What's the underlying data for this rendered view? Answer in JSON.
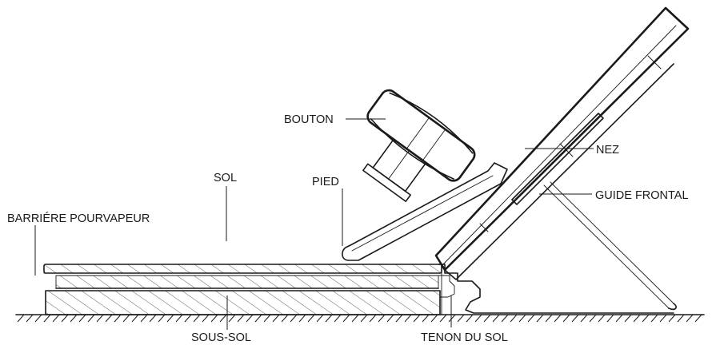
{
  "labels": {
    "bouton": "BOUTON",
    "nez": "NEZ",
    "sol": "SOL",
    "pied": "PIED",
    "guide_frontal": "GUIDE FRONTAL",
    "barriere": "BARRIÉRE POURVAPEUR",
    "sous_sol": "SOUS-SOL",
    "tenon": "TENON DU SOL"
  }
}
